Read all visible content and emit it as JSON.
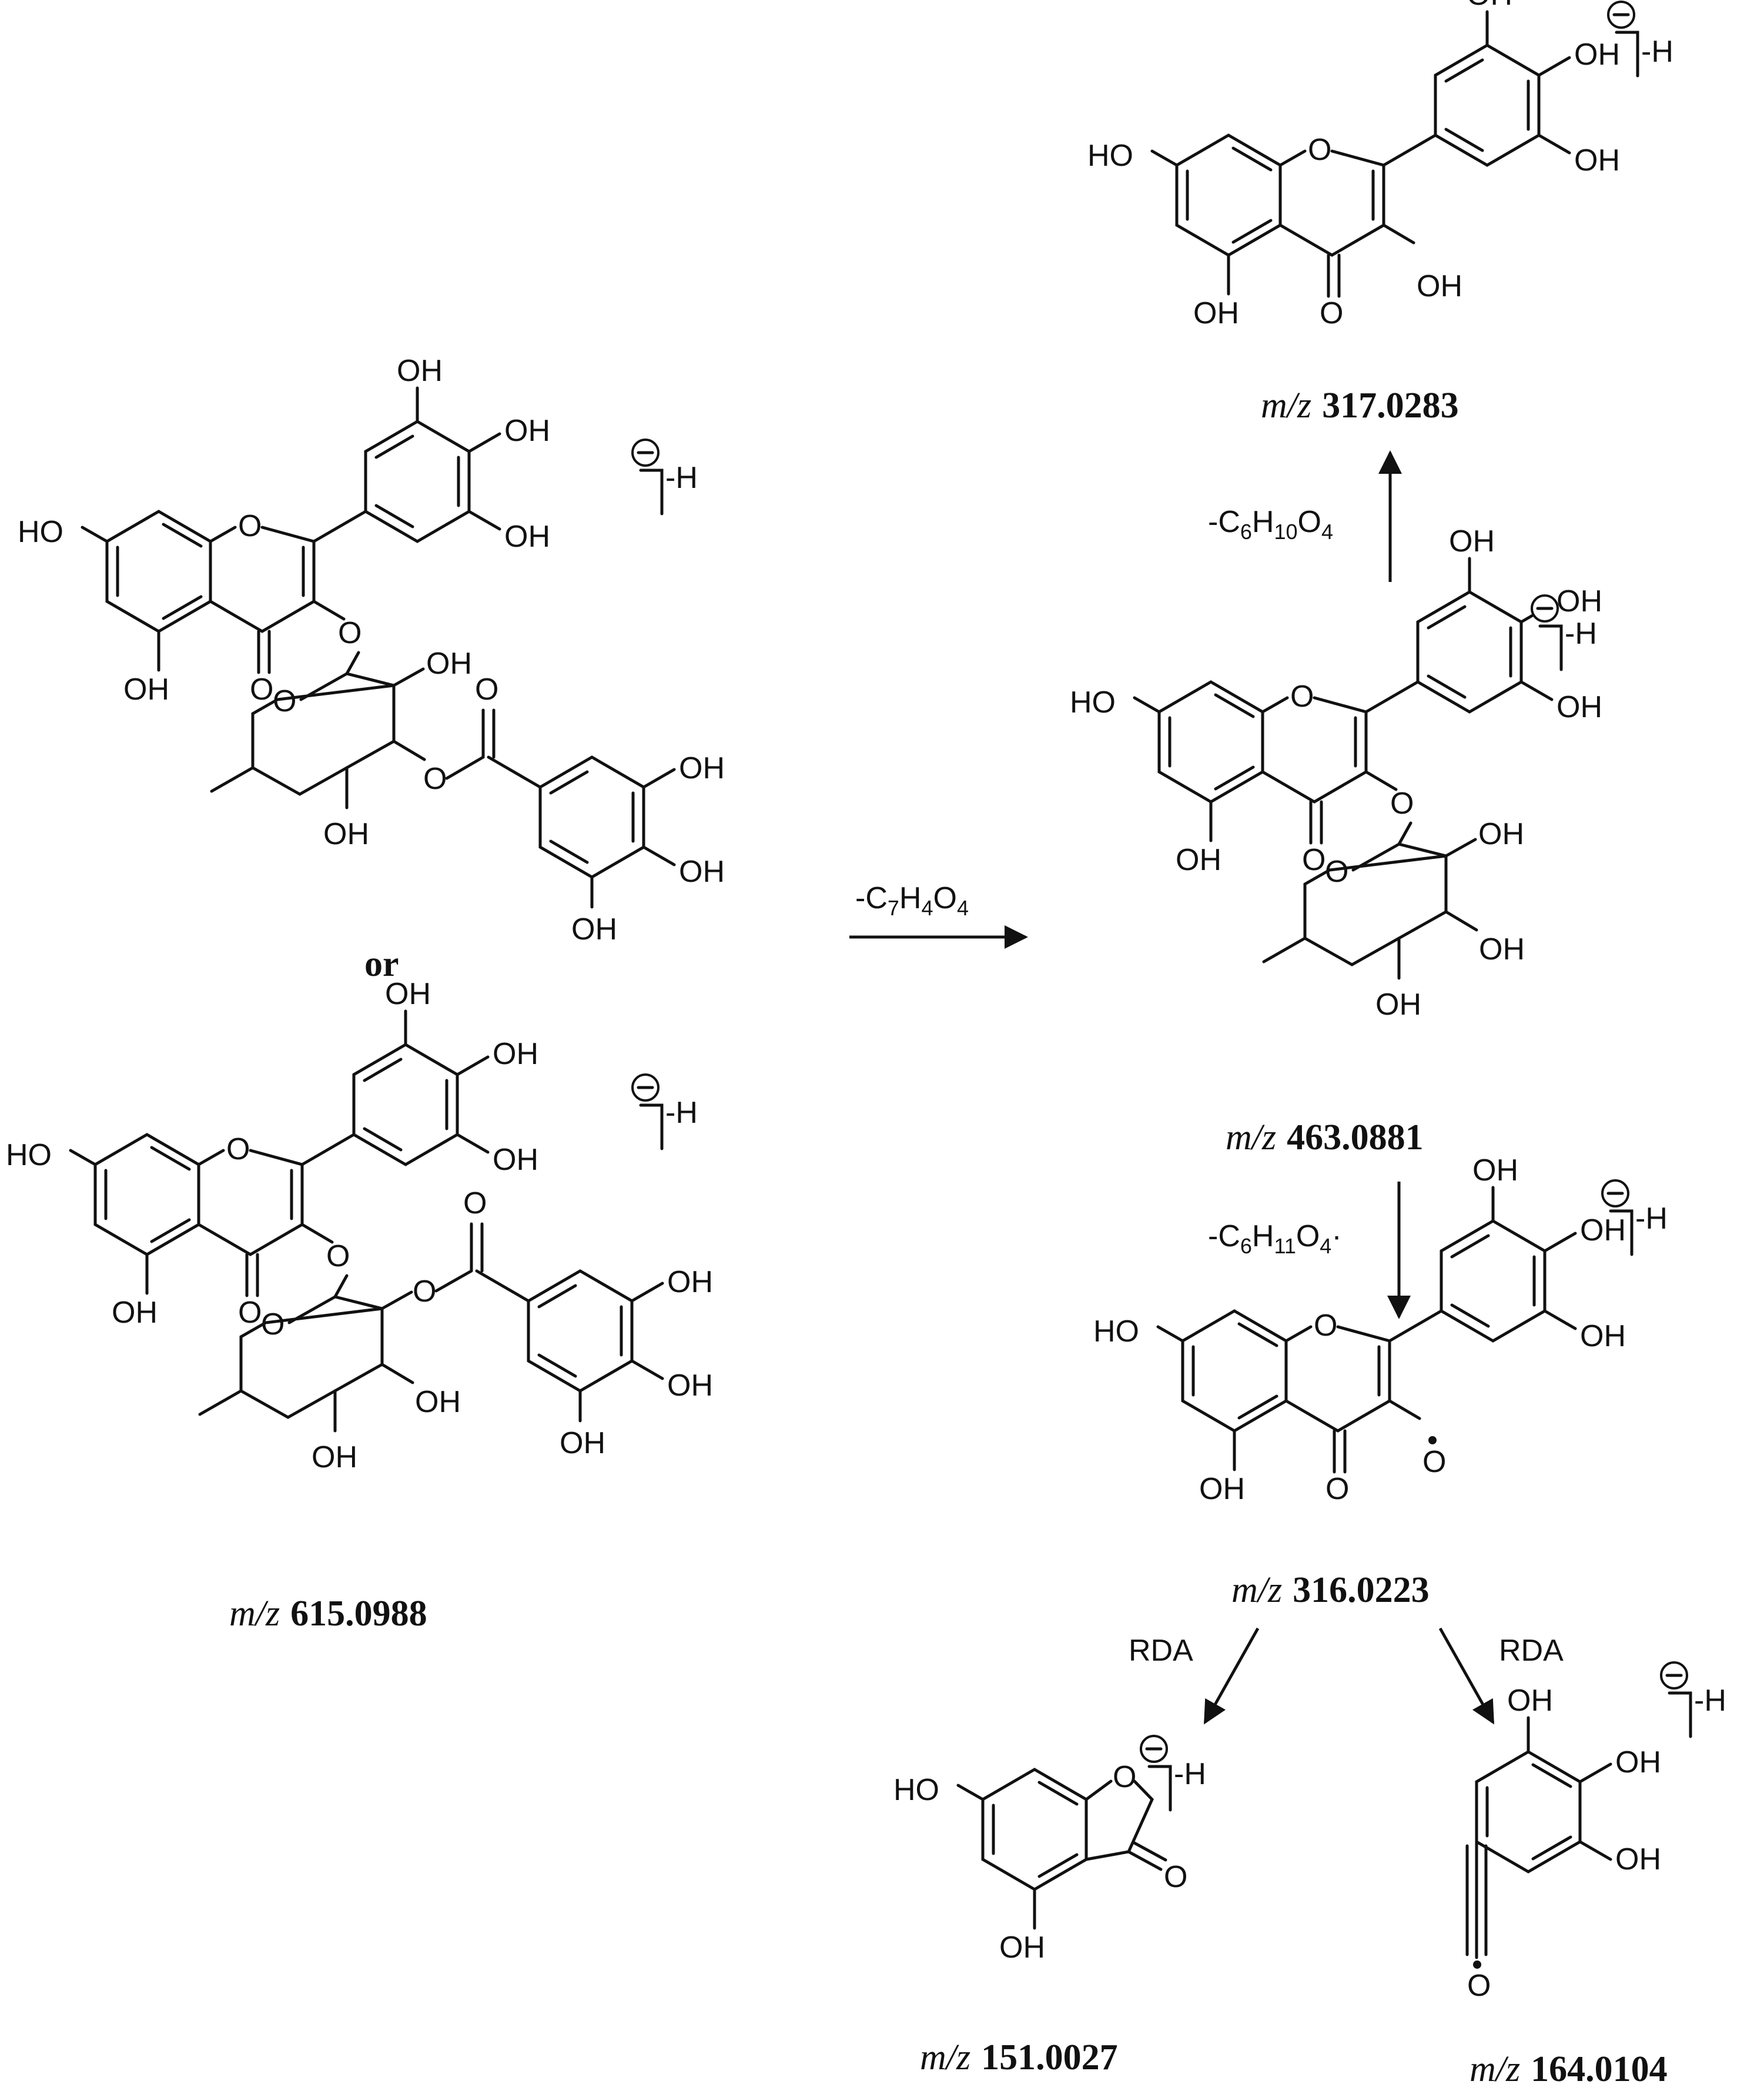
{
  "charge_suffix": "-H",
  "atom_labels": {
    "OH": "OH",
    "HO": "HO",
    "O": "O"
  },
  "precursor": {
    "or_label": "or",
    "mz_prefix": "m/z",
    "mz_value": "615.0988"
  },
  "loss_galloyl": {
    "label": "-C7H4O4",
    "base": "-C",
    "c": "7",
    "h_sym": "H",
    "h": "4",
    "o_sym": "O",
    "o": "4"
  },
  "product_463": {
    "mz_prefix": "m/z",
    "mz_value": "463.0881"
  },
  "loss_rhamnose": {
    "base": "-C",
    "c": "6",
    "h_sym": "H",
    "h": "10",
    "o_sym": "O",
    "o": "4"
  },
  "product_317": {
    "mz_prefix": "m/z",
    "mz_value": "317.0283"
  },
  "loss_radical": {
    "base": "-C",
    "c": "6",
    "h_sym": "H",
    "h": "11",
    "o_sym": "O",
    "o": "4",
    "dot": "·"
  },
  "product_316": {
    "mz_prefix": "m/z",
    "mz_value": "316.0223"
  },
  "rda_left": {
    "label": "RDA"
  },
  "rda_right": {
    "label": "RDA"
  },
  "product_151": {
    "mz_prefix": "m/z",
    "mz_value": "151.0027"
  },
  "product_164": {
    "mz_prefix": "m/z",
    "mz_value": "164.0104"
  }
}
